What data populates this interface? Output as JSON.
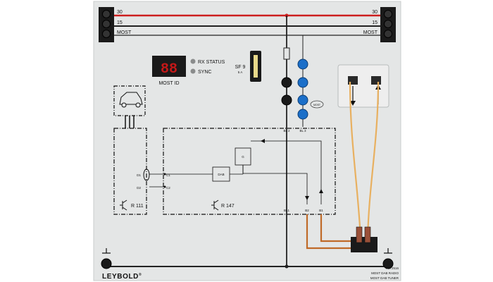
{
  "rails": {
    "l30": "30",
    "l15": "15",
    "lmost": "MOST",
    "r30": "30",
    "r15": "15",
    "rmost": "MOST"
  },
  "display": {
    "digits": "88",
    "rx_status": "RX STATUS",
    "sync": "SYNC",
    "most_id": "MOST ID"
  },
  "fuse": {
    "name": "SF 9",
    "rating": "5 A"
  },
  "jacks": {
    "bl2": "BL 2",
    "bl3": "BL 3"
  },
  "block": {
    "dab": "DAB",
    "r147": "R 147",
    "r111": "R 111",
    "d1": "D1",
    "d2": "D2",
    "c1": "C1",
    "c2": "C2",
    "bl1": "BL1",
    "b2": "B2",
    "b1": "B1",
    "upper": "G"
  },
  "badge": "MOST",
  "footer": {
    "brand": "LEYBOLD",
    "reg": "®",
    "part_no": "740 2516",
    "line1": "MOST DAB RADIO",
    "line2": "MOST DAB TUNER"
  },
  "colors": {
    "panel": "#e6e8e8",
    "rail30": "#cc1f1f",
    "wire": "#222222",
    "jack_blue": "#1b6fc9",
    "fiber": "#f0c070",
    "copper": "#c06a28"
  }
}
